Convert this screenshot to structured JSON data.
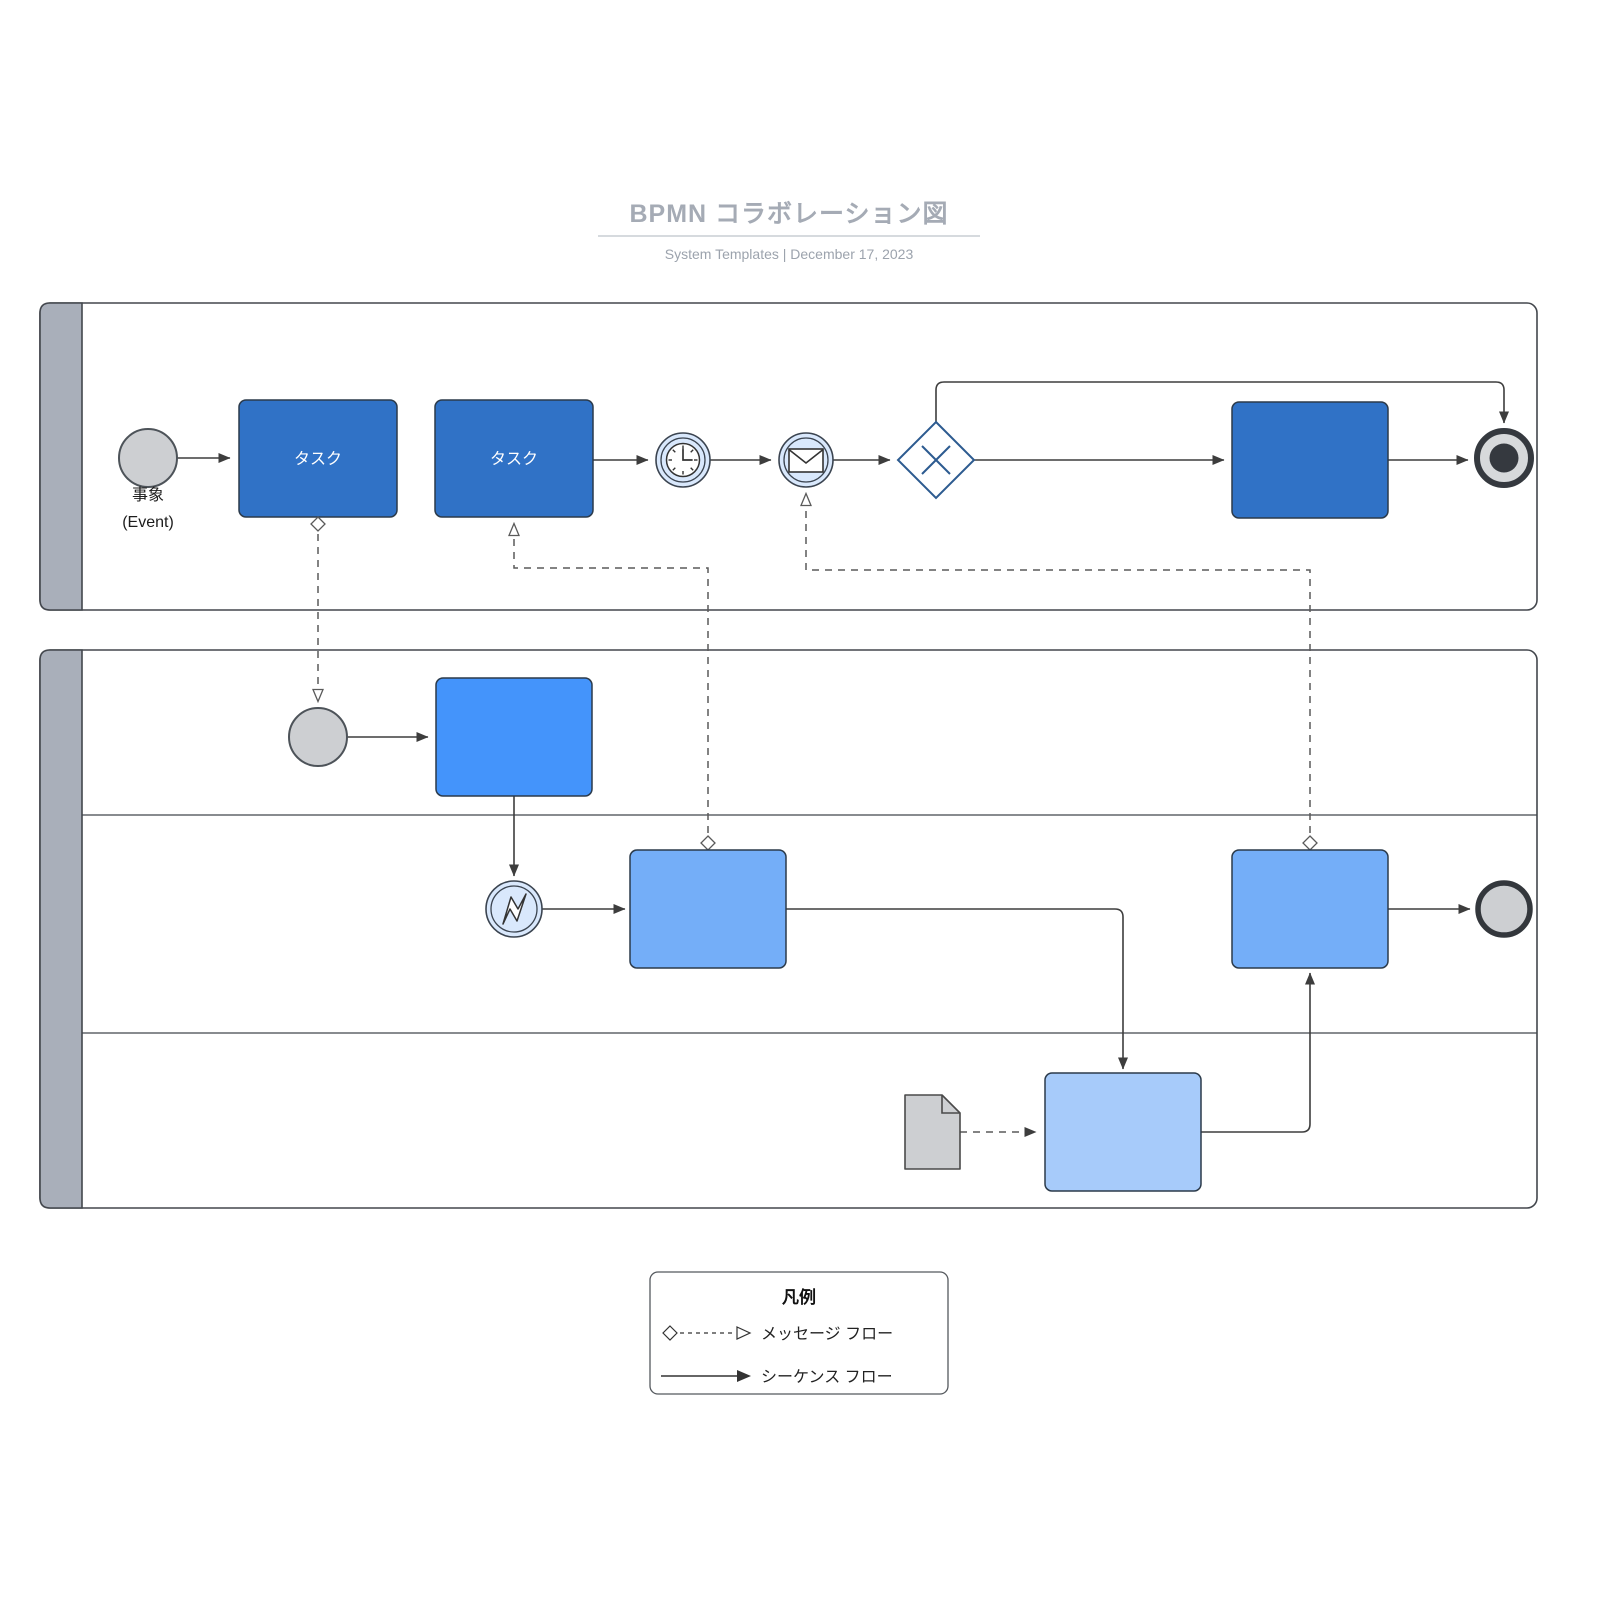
{
  "header": {
    "title": "BPMN コラボレーション図",
    "subtitle": "System Templates  |  December 17, 2023"
  },
  "pool1": {
    "start_event": {
      "label_line1": "事象",
      "label_line2": "(Event)"
    },
    "task1_label": "タスク",
    "task2_label": "タスク"
  },
  "legend": {
    "title": "凡例",
    "message_flow_label": "メッセージ フロー",
    "sequence_flow_label": "シーケンス フロー"
  },
  "colors": {
    "title_text": "#A5ABB5",
    "subtitle_text": "#9CA3AD",
    "pool_header": "#A9AFBA",
    "pool_border": "#43474d",
    "task_dark_blue": "#3072C6",
    "task_bright_blue": "#4494FB",
    "task_medium_blue": "#74AEF8",
    "task_light_blue": "#A7CBFA",
    "event_fill": "#D9E8FC",
    "neutral_gray": "#CDCFD2",
    "gateway_stroke": "#2D5B90",
    "end_event_dark": "#35393F",
    "connector": "#3D3D3D"
  }
}
